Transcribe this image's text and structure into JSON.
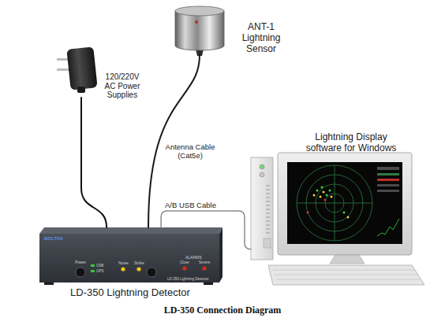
{
  "diagram": {
    "caption": "LD-350 Connection Diagram",
    "nodes": [
      {
        "text": [
          "ANT-1 Lightning Sensor"
        ]
      },
      {
        "text": [
          "120/220V AC Power Supplies"
        ]
      },
      {
        "text": [
          "LD-350 Lightning Detector"
        ]
      },
      {
        "text": [
          "Lightning Display software for Windows"
        ]
      }
    ],
    "edges": [
      {
        "from": 0,
        "to": 2,
        "arrow": "none",
        "label": "Antenna Cable (Cat5e)"
      },
      {
        "from": 1,
        "to": 2,
        "arrow": "none"
      },
      {
        "from": 2,
        "to": 3,
        "arrow": "none",
        "label": "A/B USB Cable"
      }
    ],
    "labels": [
      "BOLTEK",
      "Power",
      "USB",
      "GPS",
      "Noise",
      "Strike",
      "ALARMS",
      "Close",
      "Severe",
      "LD-350 Lightning Detector"
    ]
  }
}
